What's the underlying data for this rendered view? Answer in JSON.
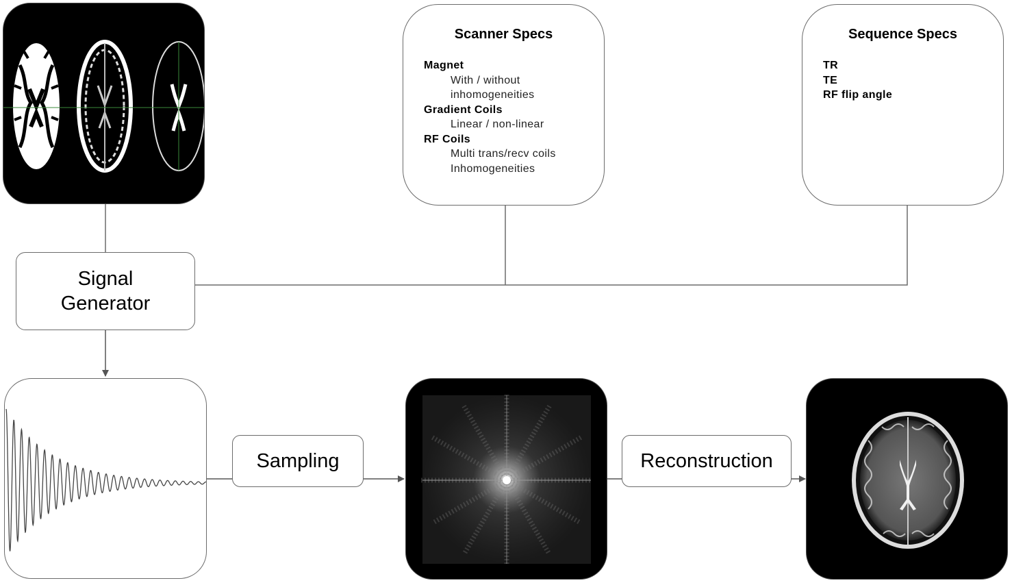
{
  "scanner_specs": {
    "title": "Scanner Specs",
    "items": [
      {
        "text": "Magnet",
        "kind": "heading"
      },
      {
        "text": "With / without",
        "kind": "sub"
      },
      {
        "text": "inhomogeneities",
        "kind": "sub"
      },
      {
        "text": "Gradient Coils",
        "kind": "heading"
      },
      {
        "text": "Linear / non-linear",
        "kind": "sub"
      },
      {
        "text": "RF Coils",
        "kind": "heading"
      },
      {
        "text": "Multi trans/recv coils",
        "kind": "sub"
      },
      {
        "text": "Inhomogeneities",
        "kind": "sub"
      }
    ]
  },
  "sequence_specs": {
    "title": "Sequence Specs",
    "items": [
      {
        "text": "TR",
        "kind": "heading"
      },
      {
        "text": "TE",
        "kind": "heading"
      },
      {
        "text": "RF flip angle",
        "kind": "heading"
      }
    ]
  },
  "signal_generator": {
    "line1": "Signal",
    "line2": "Generator"
  },
  "sampling": {
    "label": "Sampling"
  },
  "reconstruction": {
    "label": "Reconstruction"
  },
  "colors": {
    "stroke": "#6b6b6b",
    "crosshair": "#3a8a3a",
    "image_bg": "#000000"
  }
}
